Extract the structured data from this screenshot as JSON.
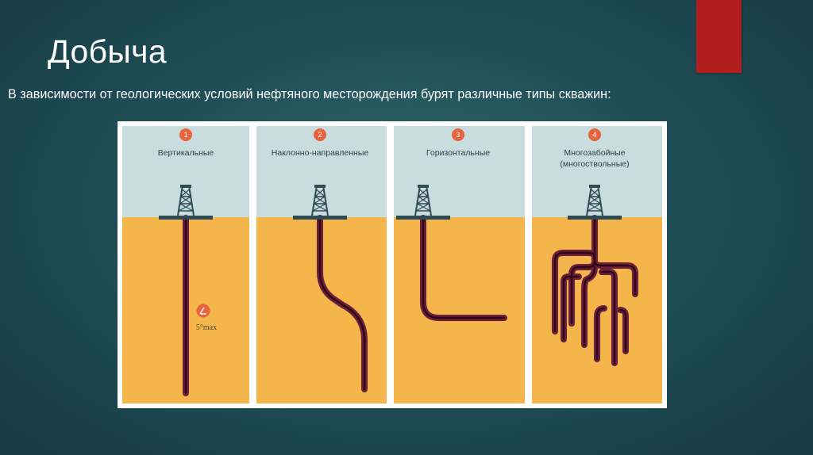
{
  "slide": {
    "title": "Добыча",
    "subtitle": "В зависимости от геологических условий нефтяного месторождения бурят различные типы скважин:"
  },
  "colors": {
    "sky": "#c9dcde",
    "ground": "#f4b64a",
    "pipe_outer": "#6e1e3c",
    "pipe_inner": "#2a0714",
    "marker": "#e8643c",
    "accent": "#b01e1e"
  },
  "diagram": {
    "panels": [
      {
        "number": "1",
        "caption_lines": [
          "Вертикальные"
        ]
      },
      {
        "number": "2",
        "caption_lines": [
          "Наклонно-направленные"
        ]
      },
      {
        "number": "3",
        "caption_lines": [
          "Горизонтальные"
        ]
      },
      {
        "number": "4",
        "caption_lines": [
          "Многозабойные",
          "(многоствольные)"
        ]
      }
    ],
    "angle_marker": {
      "label": "5°max"
    },
    "icons": [
      "drilling-rig-icon",
      "angle-icon"
    ]
  }
}
